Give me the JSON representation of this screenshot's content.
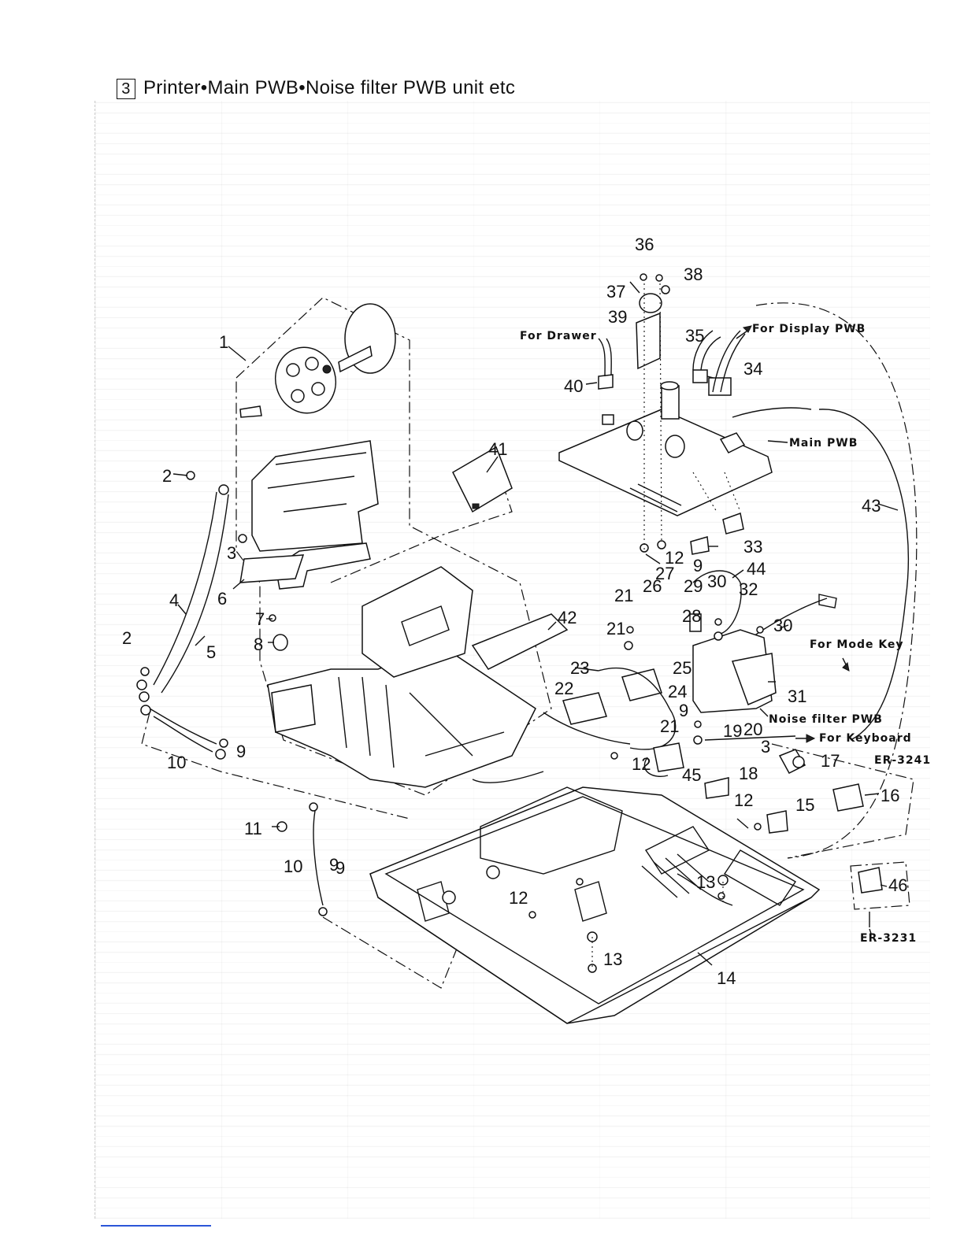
{
  "header": {
    "section_number": "3",
    "title": "Printer•Main PWB•Noise filter PWB unit etc"
  },
  "notes": {
    "for_drawer": "For Drawer",
    "for_display_pwb": "For Display PWB",
    "main_pwb": "Main PWB",
    "for_mode_key": "For Mode Key",
    "noise_filter_pwb": "Noise filter PWB",
    "for_keyboard": "For Keyboard",
    "er_3241": "ER-3241",
    "er_3231": "ER-3231"
  },
  "part_labels": [
    "1",
    "2",
    "2",
    "3",
    "4",
    "5",
    "6",
    "7",
    "8",
    "9",
    "10",
    "9",
    "10",
    "11",
    "9",
    "41",
    "42",
    "36",
    "38",
    "37",
    "39",
    "35",
    "34",
    "40",
    "33",
    "12",
    "43",
    "44",
    "9",
    "27",
    "29",
    "30",
    "32",
    "21",
    "26",
    "28",
    "21",
    "30",
    "23",
    "25",
    "24",
    "22",
    "31",
    "9",
    "21",
    "20",
    "19",
    "3",
    "17",
    "12",
    "45",
    "18",
    "16",
    "12",
    "15",
    "12",
    "13",
    "13",
    "14",
    "46"
  ]
}
